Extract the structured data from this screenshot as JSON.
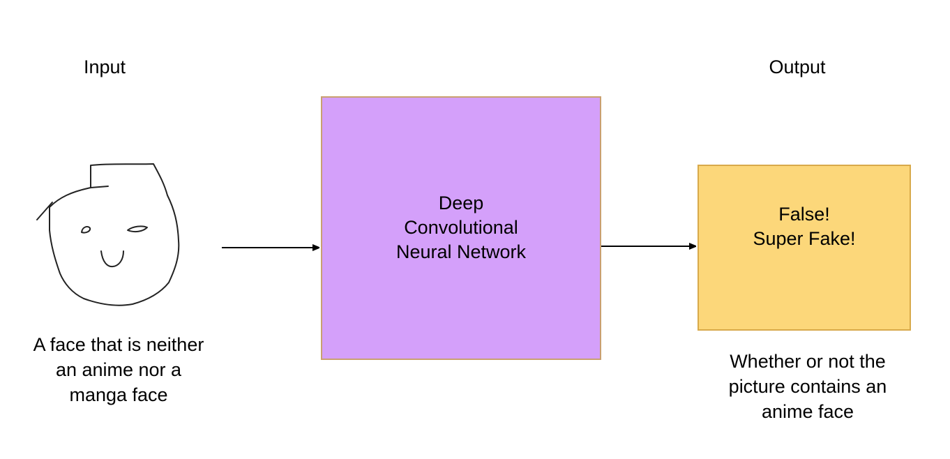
{
  "input": {
    "title": "Input",
    "caption_lines": [
      "A face that is neither",
      "an anime nor a",
      "manga face"
    ]
  },
  "model": {
    "label_lines": [
      "Deep",
      "Convolutional",
      "Neural Network"
    ],
    "fill_color": "#d4a0fa"
  },
  "output": {
    "title": "Output",
    "result_lines": [
      "False!",
      "Super Fake!"
    ],
    "caption_lines": [
      "Whether or not the",
      "picture contains an",
      "anime face"
    ],
    "fill_color": "#fcd77a"
  },
  "icons": {
    "input_sketch": "hand-drawn-face-sketch",
    "arrows": "right-arrow"
  }
}
